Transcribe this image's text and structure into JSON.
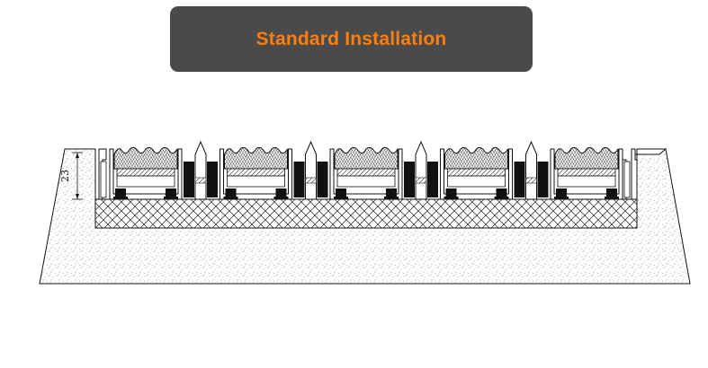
{
  "title": "Standard Installation",
  "dimension_label": "23",
  "mat_module_count": 5,
  "colors": {
    "banner_bg": "#4a4a4a",
    "title_text": "#ff7f0e",
    "line": "#111111",
    "fill_dark": "#111111",
    "background": "#ffffff"
  }
}
